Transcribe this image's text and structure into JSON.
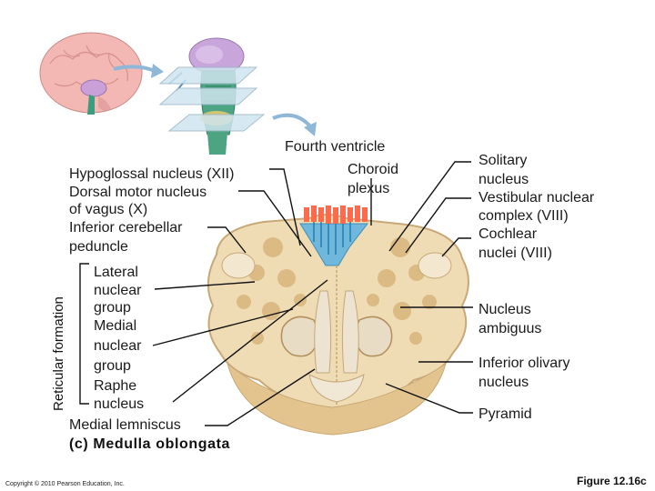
{
  "labels": {
    "fourth_ventricle": "Fourth ventricle",
    "choroid_plexus": [
      "Choroid",
      "plexus"
    ],
    "hypoglossal": "Hypoglossal nucleus (XII)",
    "dorsal_motor": [
      "Dorsal motor nucleus",
      "of vagus (X)"
    ],
    "inferior_cerebellar": [
      "Inferior cerebellar",
      "peduncle"
    ],
    "lateral_nuclear": [
      "Lateral",
      "nuclear",
      "group"
    ],
    "medial_nuclear": [
      "Medial",
      "nuclear",
      "group"
    ],
    "raphe": [
      "Raphe",
      "nucleus"
    ],
    "medial_lemniscus": "Medial lemniscus",
    "reticular_formation": "Reticular formation",
    "solitary": [
      "Solitary",
      "nucleus"
    ],
    "vestibular": [
      "Vestibular nuclear",
      "complex (VIII)"
    ],
    "cochlear": [
      "Cochlear",
      "nuclei (VIII)"
    ],
    "ambiguus": [
      "Nucleus",
      "ambiguus"
    ],
    "olivary": [
      "Inferior olivary",
      "nucleus"
    ],
    "pyramid": "Pyramid"
  },
  "caption": "(c) Medulla oblongata",
  "copyright": "Copyright © 2010 Pearson Education, Inc.",
  "figure": "Figure 12.16c",
  "colors": {
    "tissue": "#efdcb4",
    "tissue_edge": "#c9a877",
    "ventricle": "#6fb7dc",
    "choroid": "#ff6a4d",
    "brain": "#f4b4b4",
    "brainstem": "#5aa98a",
    "plane": "#cfe3ee"
  }
}
